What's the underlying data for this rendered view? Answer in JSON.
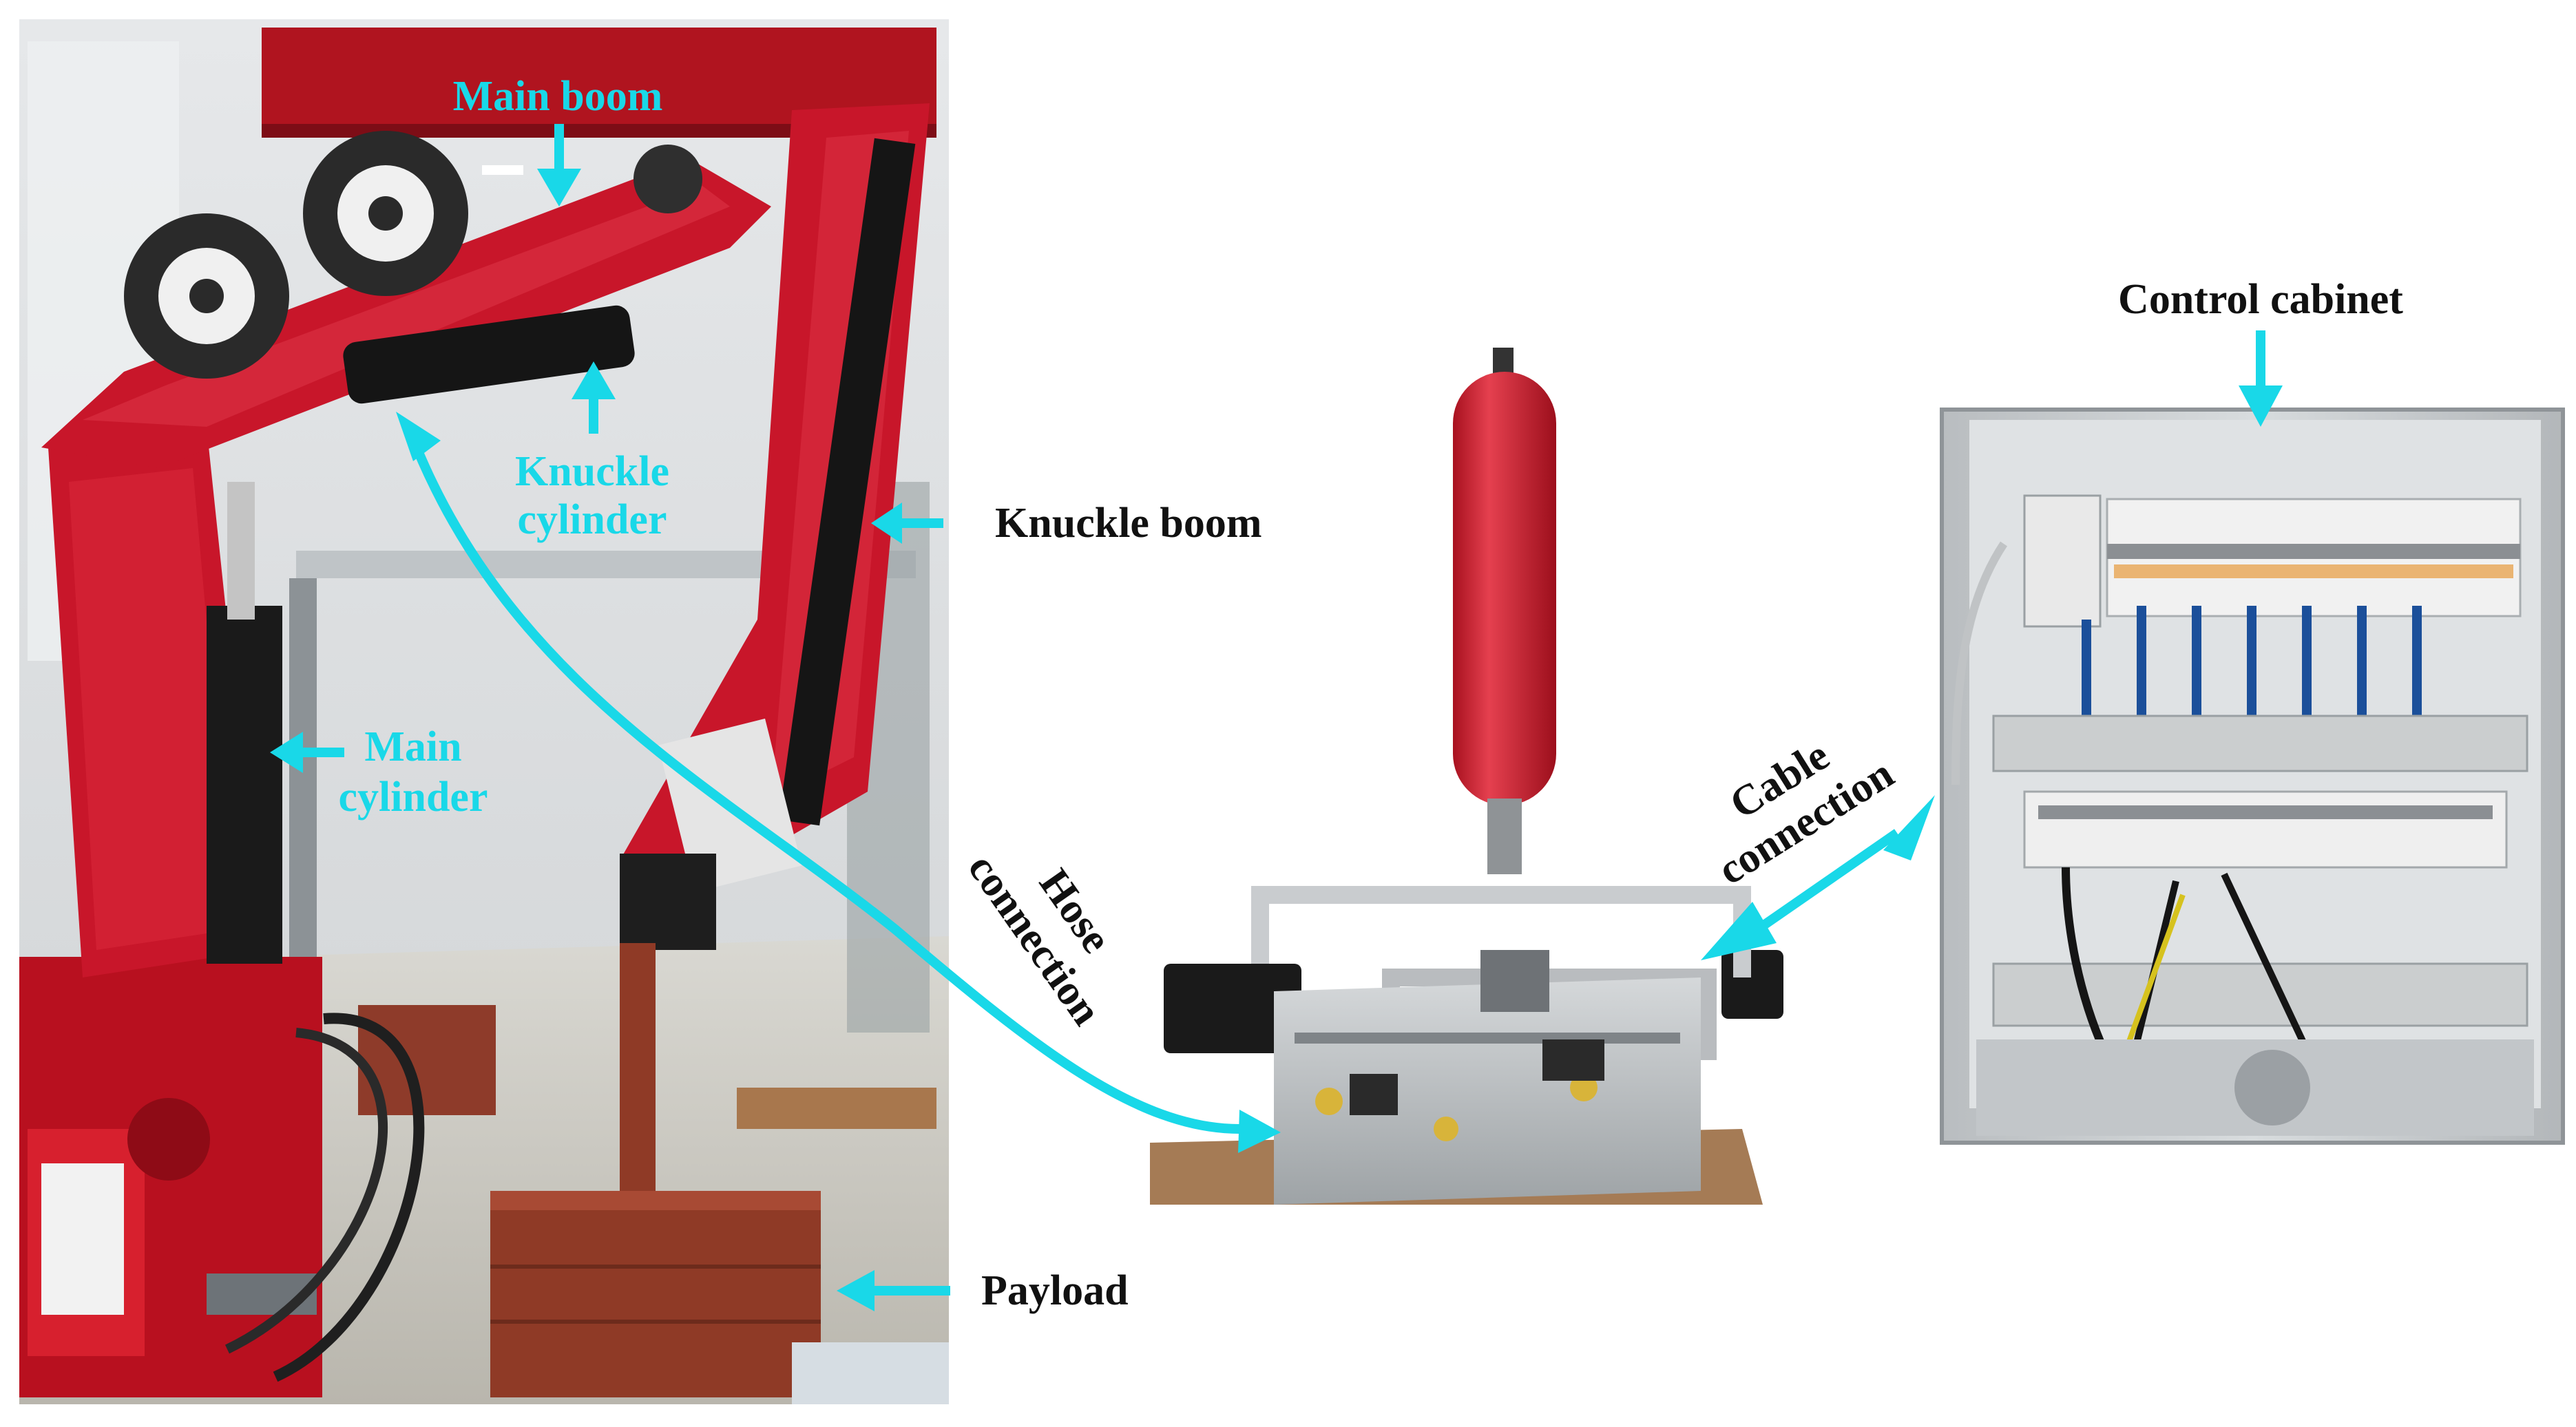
{
  "labels": {
    "main_boom": "Main boom",
    "knuckle_cylinder_line1": "Knuckle",
    "knuckle_cylinder_line2": "cylinder",
    "knuckle_boom": "Knuckle boom",
    "main_cylinder_line1": "Main",
    "main_cylinder_line2": "cylinder",
    "payload": "Payload",
    "hose_connection_line1": "Hose",
    "hose_connection_line2": "connection",
    "cable_connection_line1": "Cable",
    "cable_connection_line2": "connection",
    "control_cabinet": "Control cabinet"
  },
  "colors": {
    "annotation_cyan": "#19d8e8",
    "crane_red": "#c8162a",
    "accumulator_red": "#d8283a",
    "cabinet_grey": "#c9cdd0",
    "cable_blue": "#1b4f9a"
  }
}
